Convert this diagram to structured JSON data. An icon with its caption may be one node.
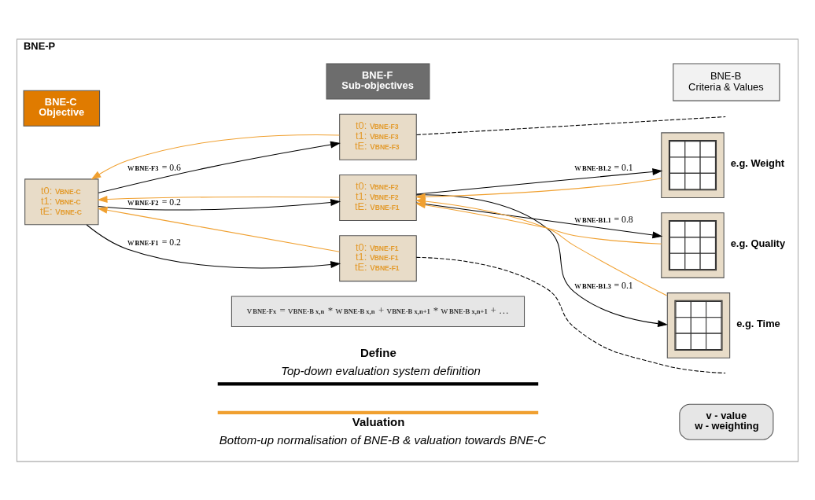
{
  "diagram": {
    "nodes": [
      {
        "text": [
          "BNE-P"
        ]
      },
      {
        "text": [
          "BNE-C",
          "Objective"
        ],
        "in": 0
      },
      {
        "text": [
          "BNE-F",
          "Sub-objectives"
        ],
        "in": 0
      },
      {
        "text": [
          "BNE-B",
          "Criteria & Values"
        ],
        "in": 0
      },
      {
        "text": [
          "t0: v$_{BNE-C}$",
          "t1: v$_{BNE-C}$",
          "tE: v$_{BNE-C}$"
        ],
        "in": 0
      },
      {
        "text": [
          "t0: v$_{BNE-F1}$",
          "t1: v$_{BNE-F1}$",
          "tE: v$_{BNE-F1}$"
        ],
        "in": 0
      },
      {
        "text": [
          "t0: v$_{BNE-F2}$",
          "t1: v$_{BNE-F2}$",
          "tE: v$_{BNE-F1}$"
        ],
        "in": 0
      },
      {
        "text": [
          "t0: v$_{BNE-F3}$",
          "t1: v$_{BNE-F3}$",
          "tE: v$_{BNE-F3}$"
        ],
        "in": 0
      },
      {
        "text": [],
        "shape": "picture",
        "beside": [
          "e.g. Quality"
        ],
        "in": 0
      },
      {
        "text": [],
        "shape": "picture",
        "beside": [
          "e.g. Weight"
        ],
        "in": 0
      },
      {
        "text": [],
        "shape": "picture",
        "beside": [
          "e.g. Time"
        ],
        "in": 0
      },
      {
        "text": [
          "v$_{BNE-Fx}$ = v$_{BNE-B x,n}$ * w$_{BNE-B x,n}$ + v$_{BNE-B x,n+1}$ * w$_{BNE-B x,n+1}$ + …"
        ],
        "in": 0
      },
      {
        "text": [
          "v - value",
          "w - weighting"
        ],
        "in": 0
      }
    ],
    "edges": [
      {
        "from": 4,
        "to": 5,
        "arrow": "to",
        "label": "w$_{BNE-F1}$ = 0.2"
      },
      {
        "from": 4,
        "to": 6,
        "arrow": "to",
        "label": "w$_{BNE-F2}$ = 0.2"
      },
      {
        "from": 4,
        "to": 7,
        "arrow": "to",
        "label": "w$_{BNE-F3}$ = 0.6"
      },
      {
        "from": 5,
        "to": 4,
        "arrow": "to",
        "color": "#f0a030"
      },
      {
        "from": 6,
        "to": 4,
        "arrow": "to",
        "color": "#f0a030"
      },
      {
        "from": 7,
        "to": 4,
        "arrow": "to",
        "color": "#f0a030"
      },
      {
        "from": 5,
        "to": null,
        "arrow": "none",
        "style": "dashed"
      },
      {
        "from": 6,
        "to": 8,
        "arrow": "to",
        "label": "w$_{BNE-B1.1}$ = 0.8"
      },
      {
        "from": 6,
        "to": 9,
        "arrow": "to",
        "label": "w$_{BNE-B1.2}$ = 0.1"
      },
      {
        "from": 6,
        "to": 10,
        "arrow": "to",
        "label": "w$_{BNE-B1.3}$ = 0.1"
      },
      {
        "from": 8,
        "to": 6,
        "arrow": "to",
        "color": "#f0a030"
      },
      {
        "from": 9,
        "to": 6,
        "arrow": "to",
        "color": "#f0a030"
      },
      {
        "from": 10,
        "to": 6,
        "arrow": "to",
        "color": "#f0a030"
      },
      {
        "from": 7,
        "to": null,
        "arrow": "none",
        "style": "dashed"
      }
    ],
    "labels": [
      "Define",
      "Top-down evaluation system definition",
      "Valuation",
      "Bottom-up normalisation of BNE-B & valuation towards BNE-C"
    ]
  }
}
